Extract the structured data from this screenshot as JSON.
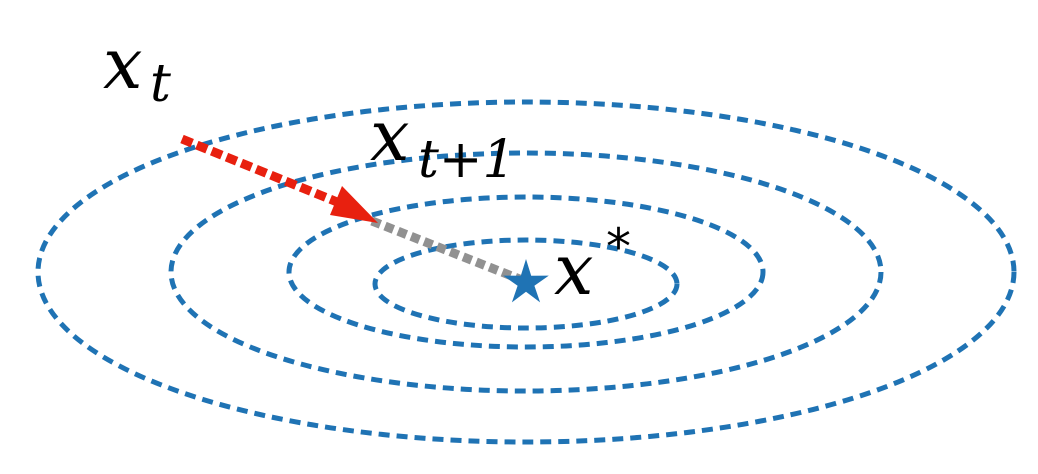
{
  "labels": {
    "x_t": {
      "base": "x",
      "sub": "t"
    },
    "x_t1": {
      "base": "x",
      "sub": "t+1"
    },
    "x_star": {
      "base": "x",
      "sup": "*"
    }
  },
  "contour_count": 4,
  "colors": {
    "contour": "#1f73b4",
    "step_arrow": "#e8200f",
    "path_remaining": "#919191",
    "optimum_star": "#1f73b4",
    "text": "#000000"
  },
  "icons": {
    "optimum": "star-icon",
    "step": "arrow-head-icon"
  }
}
